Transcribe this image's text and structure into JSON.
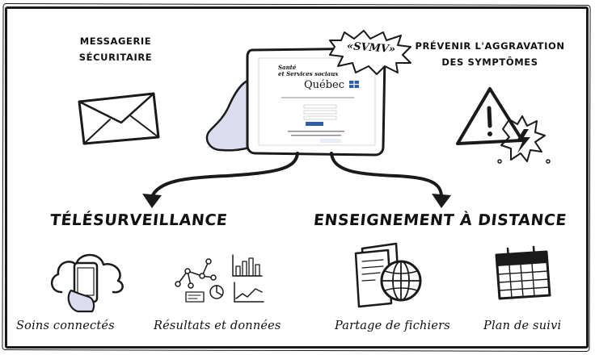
{
  "top_left_label": [
    "MESSAGERIE",
    "SÉCURITAIRE"
  ],
  "top_right_label": [
    "PRÉVENIR L'AGGRAVATION",
    "DES SYMPTÔMES"
  ],
  "badge": "«SVMV»",
  "tablet": {
    "brand_line1": "Santé",
    "brand_line2": "et Services sociaux",
    "brand_name": "Québec"
  },
  "headline_left": "TÉLÉSURVEILLANCE",
  "headline_right": "ENSEIGNEMENT À DISTANCE",
  "captions": {
    "connected_care": "Soins connectés",
    "results_data": "Résultats et données",
    "file_sharing": "Partage de fichiers",
    "follow_up_plan": "Plan de suivi"
  },
  "colors": {
    "ink": "#1a1a1a",
    "glove": "#dcdcf0",
    "tablet_blue": "#2d5fa8"
  }
}
